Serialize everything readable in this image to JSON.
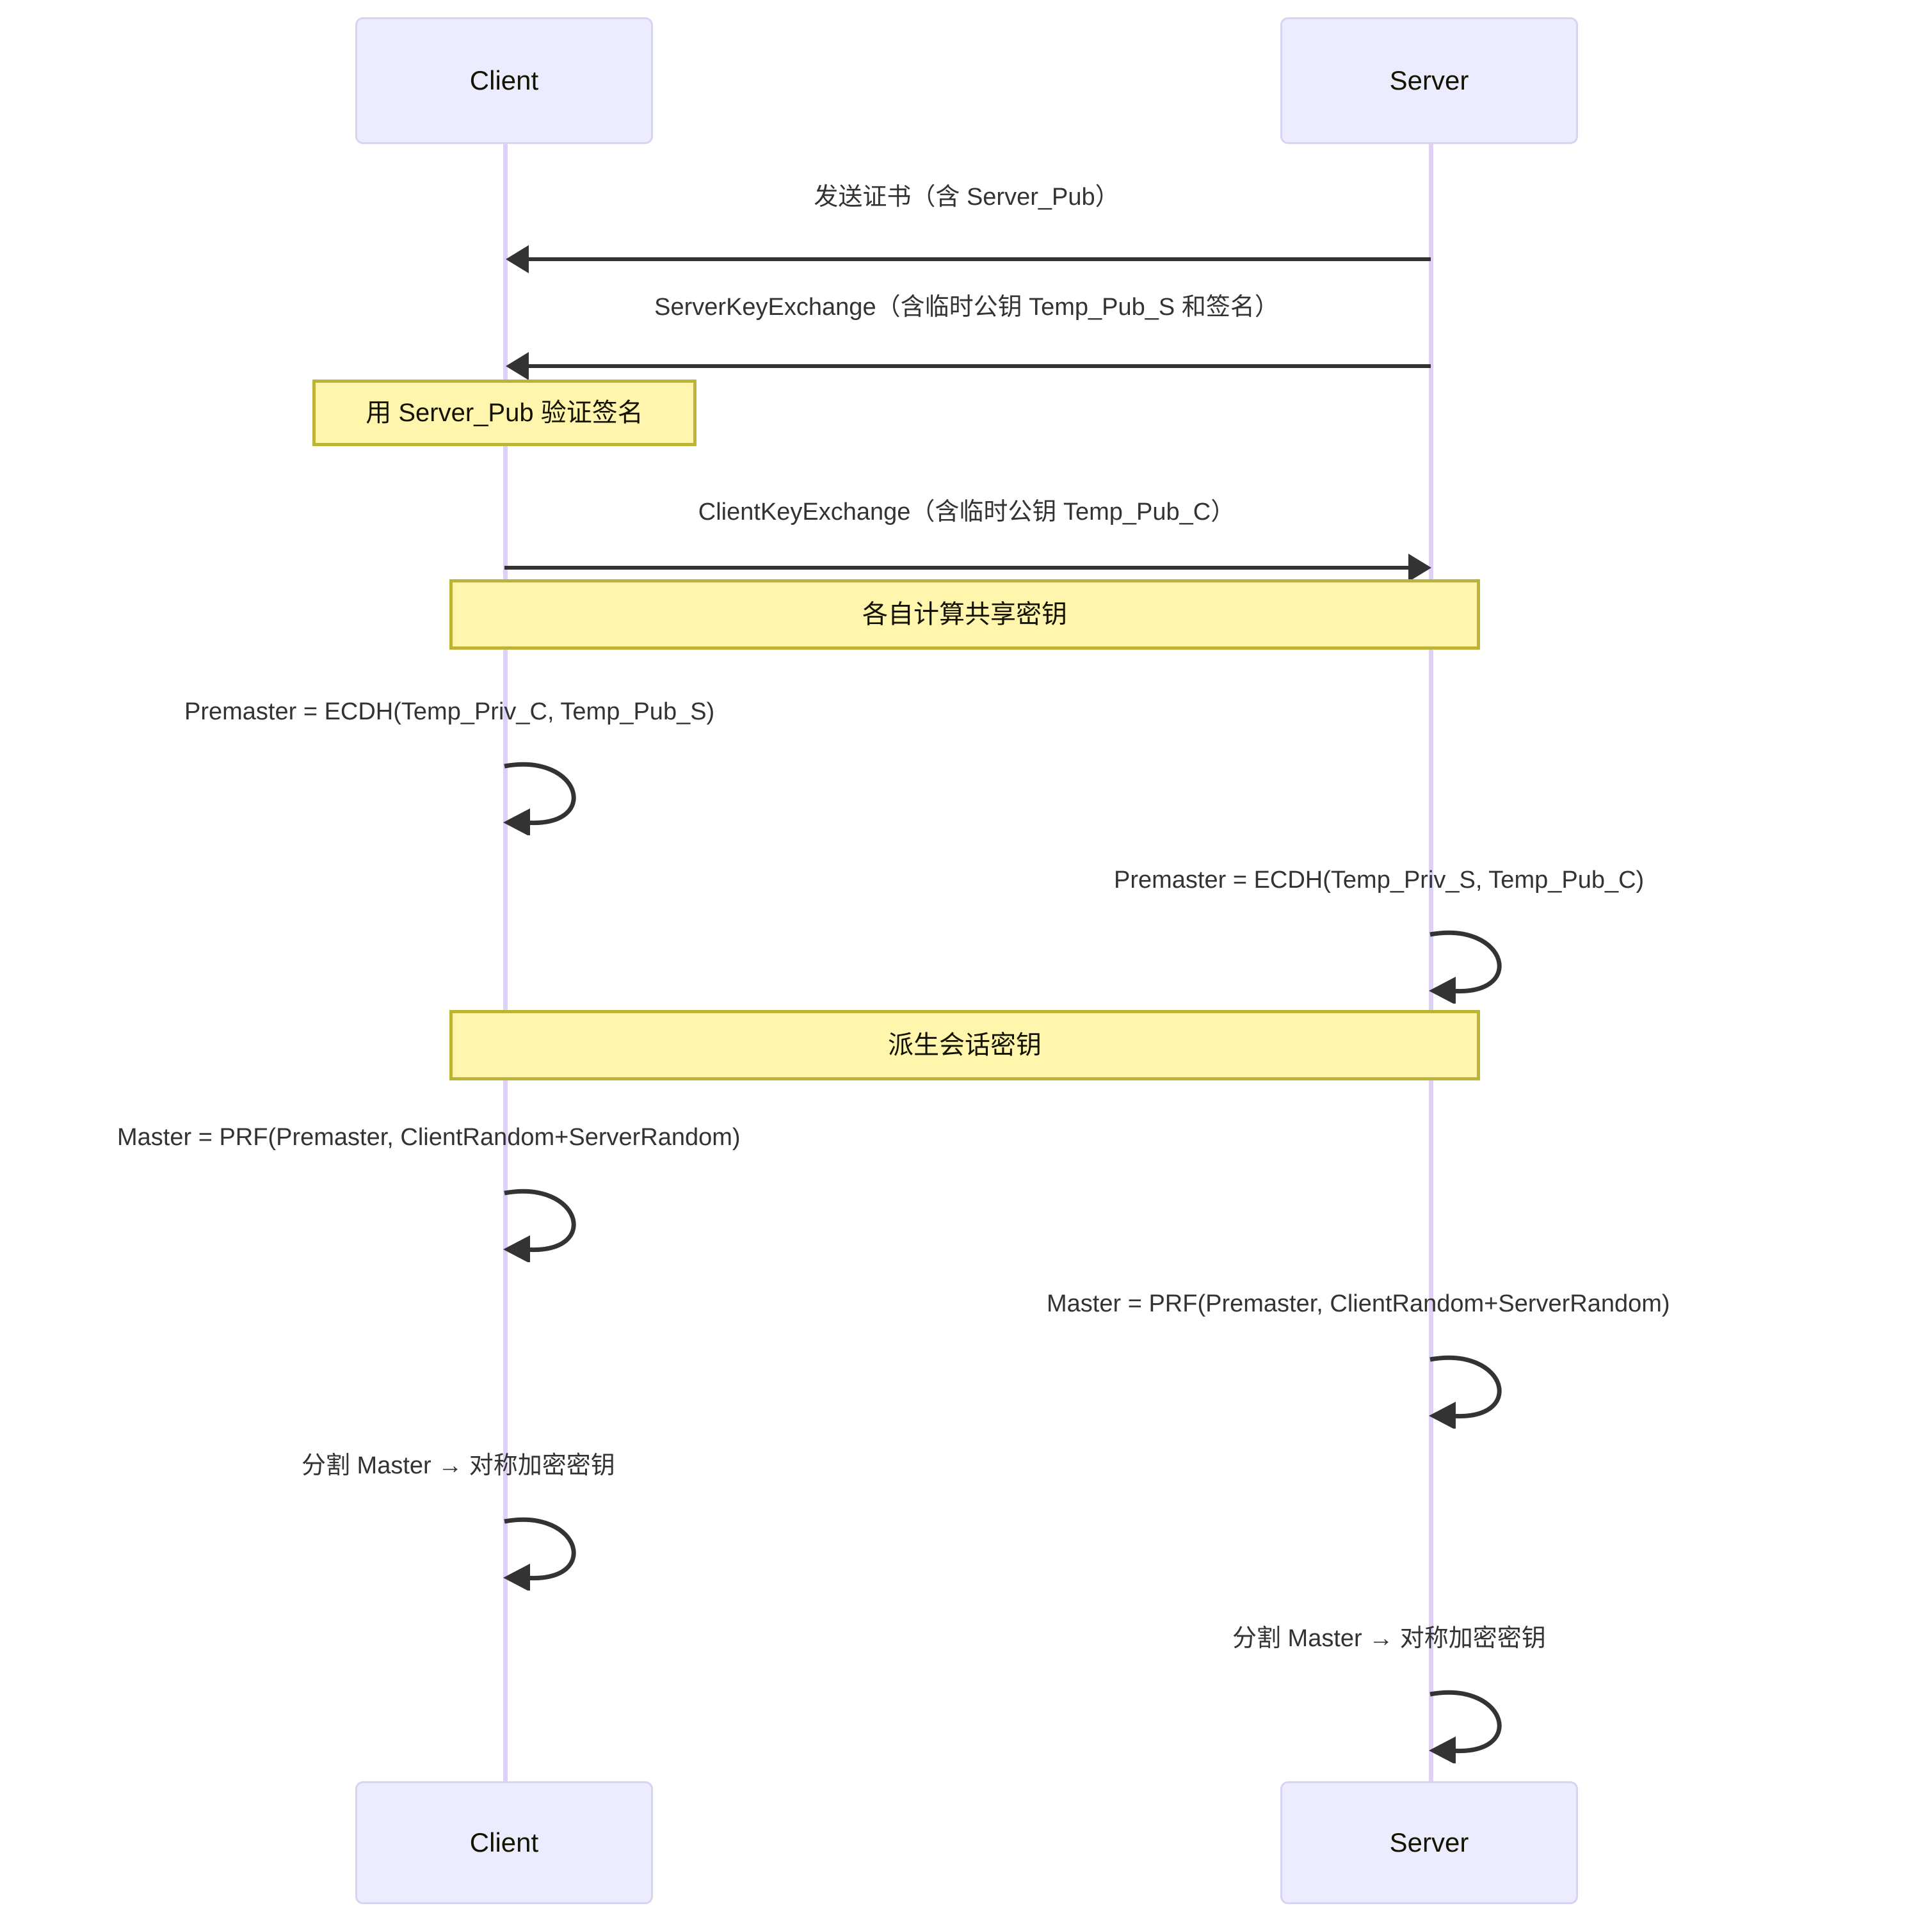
{
  "diagram": {
    "type": "sequence",
    "title": "",
    "participants": [
      {
        "id": "client",
        "label": "Client"
      },
      {
        "id": "server",
        "label": "Server"
      }
    ],
    "messages": [
      {
        "id": "m1",
        "from": "server",
        "to": "client",
        "direction": "left",
        "label": "发送证书（含 Server_Pub）"
      },
      {
        "id": "m2",
        "from": "server",
        "to": "client",
        "direction": "left",
        "label": "ServerKeyExchange（含临时公钥 Temp_Pub_S 和签名）"
      },
      {
        "id": "m3",
        "from": "client",
        "to": "server",
        "direction": "right",
        "label": "ClientKeyExchange（含临时公钥 Temp_Pub_C）"
      }
    ],
    "notes": [
      {
        "id": "n1",
        "over": "client",
        "span": "single",
        "text": "用 Server_Pub 验证签名"
      },
      {
        "id": "n2",
        "over": "client,server",
        "span": "both",
        "text": "各自计算共享密钥"
      },
      {
        "id": "n3",
        "over": "client,server",
        "span": "both",
        "text": "派生会话密钥"
      }
    ],
    "self_messages": [
      {
        "id": "s1",
        "actor": "client",
        "label": "Premaster = ECDH(Temp_Priv_C, Temp_Pub_S)"
      },
      {
        "id": "s2",
        "actor": "server",
        "label": "Premaster = ECDH(Temp_Priv_S, Temp_Pub_C)"
      },
      {
        "id": "s3",
        "actor": "client",
        "label": "Master = PRF(Premaster, ClientRandom+ServerRandom)"
      },
      {
        "id": "s4",
        "actor": "server",
        "label": "Master = PRF(Premaster, ClientRandom+ServerRandom)"
      },
      {
        "id": "s5",
        "actor": "client",
        "label": "分割 Master → 对称加密密钥"
      },
      {
        "id": "s6",
        "actor": "server",
        "label": "分割 Master → 对称加密密钥"
      }
    ],
    "colors": {
      "actor_fill": "#ececff",
      "actor_stroke": "#d9d2f0",
      "lifeline": "#ddd2f5",
      "note_fill": "#fff5ad",
      "note_stroke": "#bdb437",
      "arrow": "#333333",
      "text": "#131300",
      "background": "#ffffff"
    }
  }
}
